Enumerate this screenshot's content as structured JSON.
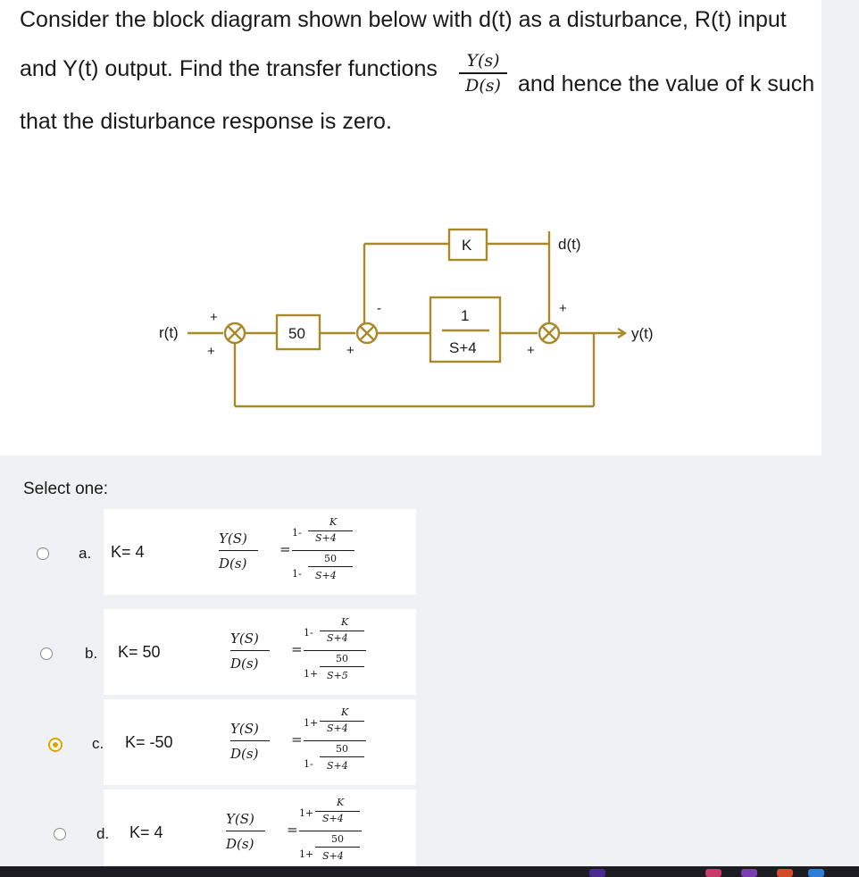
{
  "question": {
    "line1": "Consider the block diagram shown below with d(t) as a disturbance, R(t) input",
    "line2_start": "and Y(t) output. Find the transfer functions",
    "line2_end": "and hence the value of k such",
    "line3": "that the disturbance response is zero.",
    "tf_num": "Y(s)",
    "tf_den": "D(s)"
  },
  "diagram": {
    "input_label": "r(t)",
    "output_label": "y(t)",
    "disturbance_label": "d(t)",
    "gain_block": "50",
    "k_block": "K",
    "plant_num": "1",
    "plant_den": "S+4",
    "plus": "+",
    "minus": "-"
  },
  "select_label": "Select one:",
  "options": [
    {
      "letter": "a.",
      "k": "K= 4",
      "lhs_num": "Y(S)",
      "lhs_den": "D(s)",
      "eq": "=",
      "num_pre": "1-",
      "num_top": "K",
      "num_bot": "S+4",
      "den_pre": "1-",
      "den_top": "50",
      "den_bot": "S+4",
      "selected": false
    },
    {
      "letter": "b.",
      "k": "K= 50",
      "lhs_num": "Y(S)",
      "lhs_den": "D(s)",
      "eq": "=",
      "num_pre": "1-",
      "num_top": "K",
      "num_bot": "S+4",
      "den_pre": "1+",
      "den_top": "50",
      "den_bot": "S+5",
      "selected": false
    },
    {
      "letter": "c.",
      "k": "K= -50",
      "lhs_num": "Y(S)",
      "lhs_den": "D(s)",
      "eq": "=",
      "num_pre": "1+",
      "num_top": "K",
      "num_bot": "S+4",
      "den_pre": "1-",
      "den_top": "50",
      "den_bot": "S+4",
      "selected": true
    },
    {
      "letter": "d.",
      "k": "K= 4",
      "lhs_num": "Y(S)",
      "lhs_den": "D(s)",
      "eq": "=",
      "num_pre": "1+",
      "num_top": "K",
      "num_bot": "S+4",
      "den_pre": "1+",
      "den_top": "50",
      "den_bot": "S+4",
      "selected": false
    }
  ],
  "colors": {
    "diagram_lines": "#a88a2a",
    "radio_selected": "#e0a400"
  }
}
